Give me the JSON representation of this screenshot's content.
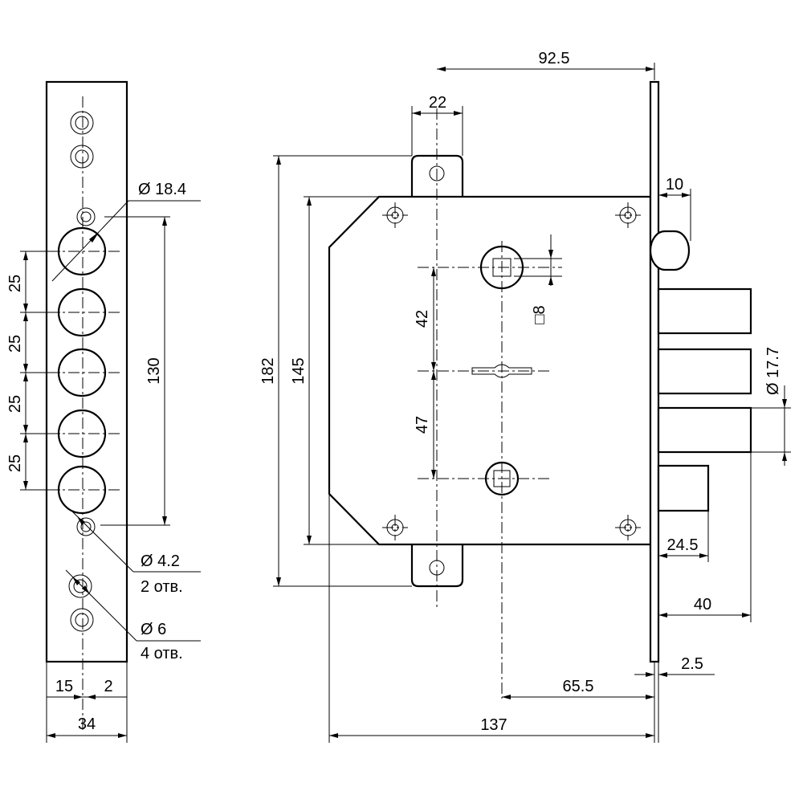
{
  "drawing": {
    "subject": "lock-body-and-faceplate",
    "colors": {
      "line": "#000000",
      "background": "#ffffff"
    },
    "faceplate_dimensions": {
      "width": "34",
      "edge_offset": "15",
      "offset_2": "2",
      "pitch_1": "25",
      "pitch_2": "25",
      "pitch_3": "25",
      "pitch_4": "25",
      "bolt_span": "130",
      "bolt_hole_diameter": "Ø 18.4",
      "small_hole_diameter": "Ø 4.2",
      "small_hole_count": "2 отв.",
      "screw_hole_diameter": "Ø 6",
      "screw_hole_count": "4 отв."
    },
    "body_dimensions": {
      "top_span": "92.5",
      "lug_width": "22",
      "faceplate_thickness": "10",
      "total_height": "182",
      "case_height": "145",
      "spindle_to_keyway": "42",
      "keyway_to_cylinder": "47",
      "spindle_square": "□8",
      "bolt_diameter": "Ø 17.7",
      "latch_projection": "24.5",
      "bolt_projection": "40",
      "plate_thickness": "2.5",
      "backset": "65.5",
      "overall_width": "137"
    }
  }
}
